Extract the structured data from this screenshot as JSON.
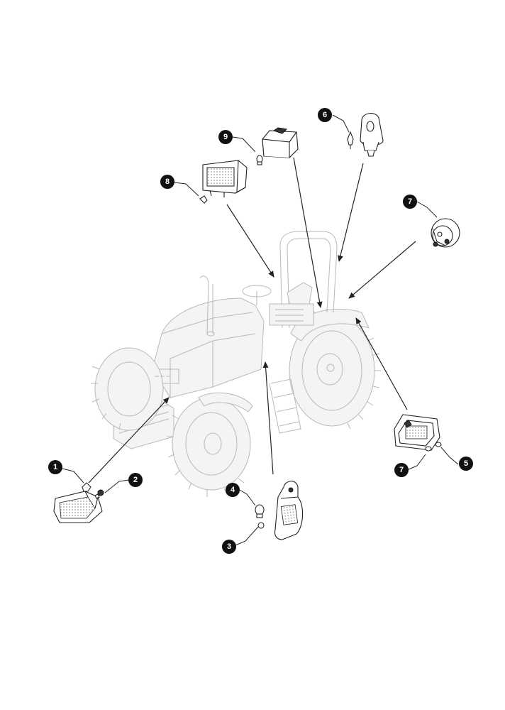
{
  "diagram": {
    "callouts": [
      {
        "id": "c1",
        "label": "1"
      },
      {
        "id": "c2",
        "label": "2"
      },
      {
        "id": "c3",
        "label": "3"
      },
      {
        "id": "c4",
        "label": "4"
      },
      {
        "id": "c5",
        "label": "5"
      },
      {
        "id": "c6",
        "label": "6"
      },
      {
        "id": "c7a",
        "label": "7"
      },
      {
        "id": "c7b",
        "label": "7"
      },
      {
        "id": "c8",
        "label": "8"
      },
      {
        "id": "c9",
        "label": "9"
      }
    ],
    "parts": [
      {
        "name": "front-headlamp-icon"
      },
      {
        "name": "front-bulb-icon"
      },
      {
        "name": "side-lamp-icon"
      },
      {
        "name": "rear-lamp-icon"
      },
      {
        "name": "rotating-beacon-icon"
      },
      {
        "name": "round-work-lamp-icon"
      },
      {
        "name": "square-work-lamp-icon"
      },
      {
        "name": "cab-roof-lamp-icon"
      },
      {
        "name": "tractor-icon"
      }
    ],
    "colors": {
      "callout_fill": "#111111",
      "callout_text": "#ffffff",
      "line": "#222222",
      "ghost": "#b9b9b9"
    }
  }
}
